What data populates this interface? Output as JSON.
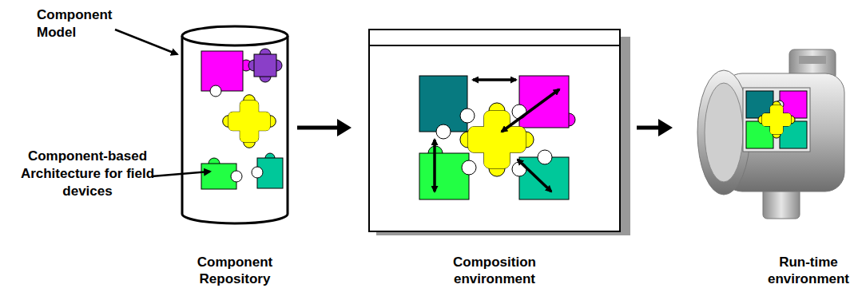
{
  "diagram": {
    "nodes": [
      {
        "text": [
          "Component Repository"
        ]
      },
      {
        "text": [
          "Composition environment"
        ]
      },
      {
        "text": [
          "Run-time environment"
        ]
      }
    ],
    "edges": [
      {
        "from": 0,
        "to": 1,
        "arrow": "to"
      },
      {
        "from": 1,
        "to": 2,
        "arrow": "to"
      }
    ],
    "labels": [
      "Component Model",
      "Component-based Architecture for field devices"
    ]
  }
}
